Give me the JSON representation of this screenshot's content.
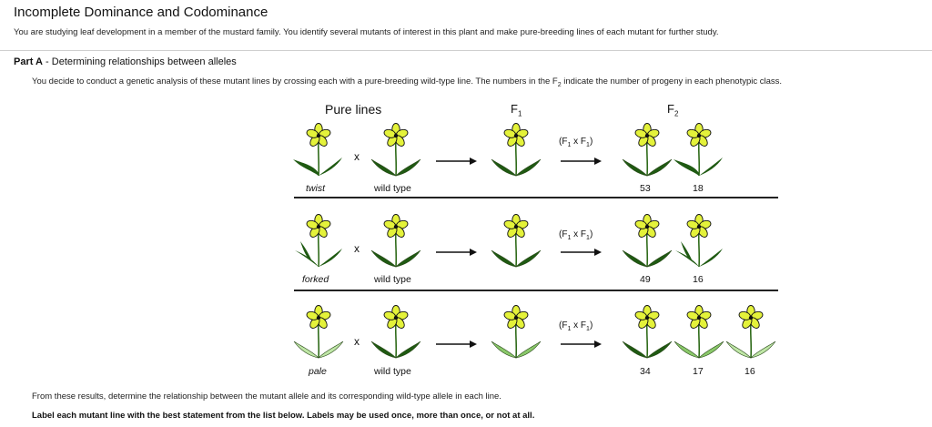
{
  "header": {
    "title": "Incomplete Dominance and Codominance",
    "intro": "You are studying leaf development in a member of the mustard family. You identify several mutants of interest in this plant and make pure-breeding lines of each mutant for further study."
  },
  "partA": {
    "prefix": "Part A",
    "heading": " - Determining relationships between alleles",
    "description_before": "You decide to conduct a genetic analysis of these mutant lines by crossing each with a pure-breeding wild-type line. The numbers in the F",
    "description_sub": "2",
    "description_after": " indicate the number of progeny in each phenotypic class."
  },
  "figure": {
    "col_pure": "Pure lines",
    "col_f1": "F",
    "col_f1_sub": "1",
    "col_f2": "F",
    "col_f2_sub": "2",
    "cross_sign": "x",
    "self_cross_open": "(F",
    "self_cross_sub1": "1",
    "self_cross_mid": " x F",
    "self_cross_sub2": "1",
    "self_cross_close": ")",
    "rows": [
      {
        "mutant": "twist",
        "wildtype": "wild type",
        "counts": [
          "53",
          "18"
        ]
      },
      {
        "mutant": "forked",
        "wildtype": "wild type",
        "counts": [
          "49",
          "16"
        ]
      },
      {
        "mutant": "pale",
        "wildtype": "wild type",
        "counts": [
          "34",
          "17",
          "16"
        ]
      }
    ]
  },
  "footer": {
    "line1": "From these results, determine the relationship between the mutant allele and its corresponding wild-type allele in each line.",
    "line2": "Label each mutant line with the best statement from the list below. Labels may be used once, more than once, or not at all."
  },
  "colors": {
    "petal": "#e4f23a",
    "leaf_dark": "#1f5a12",
    "leaf_pale": "#bfe6a6",
    "stem": "#2f6b1a"
  }
}
